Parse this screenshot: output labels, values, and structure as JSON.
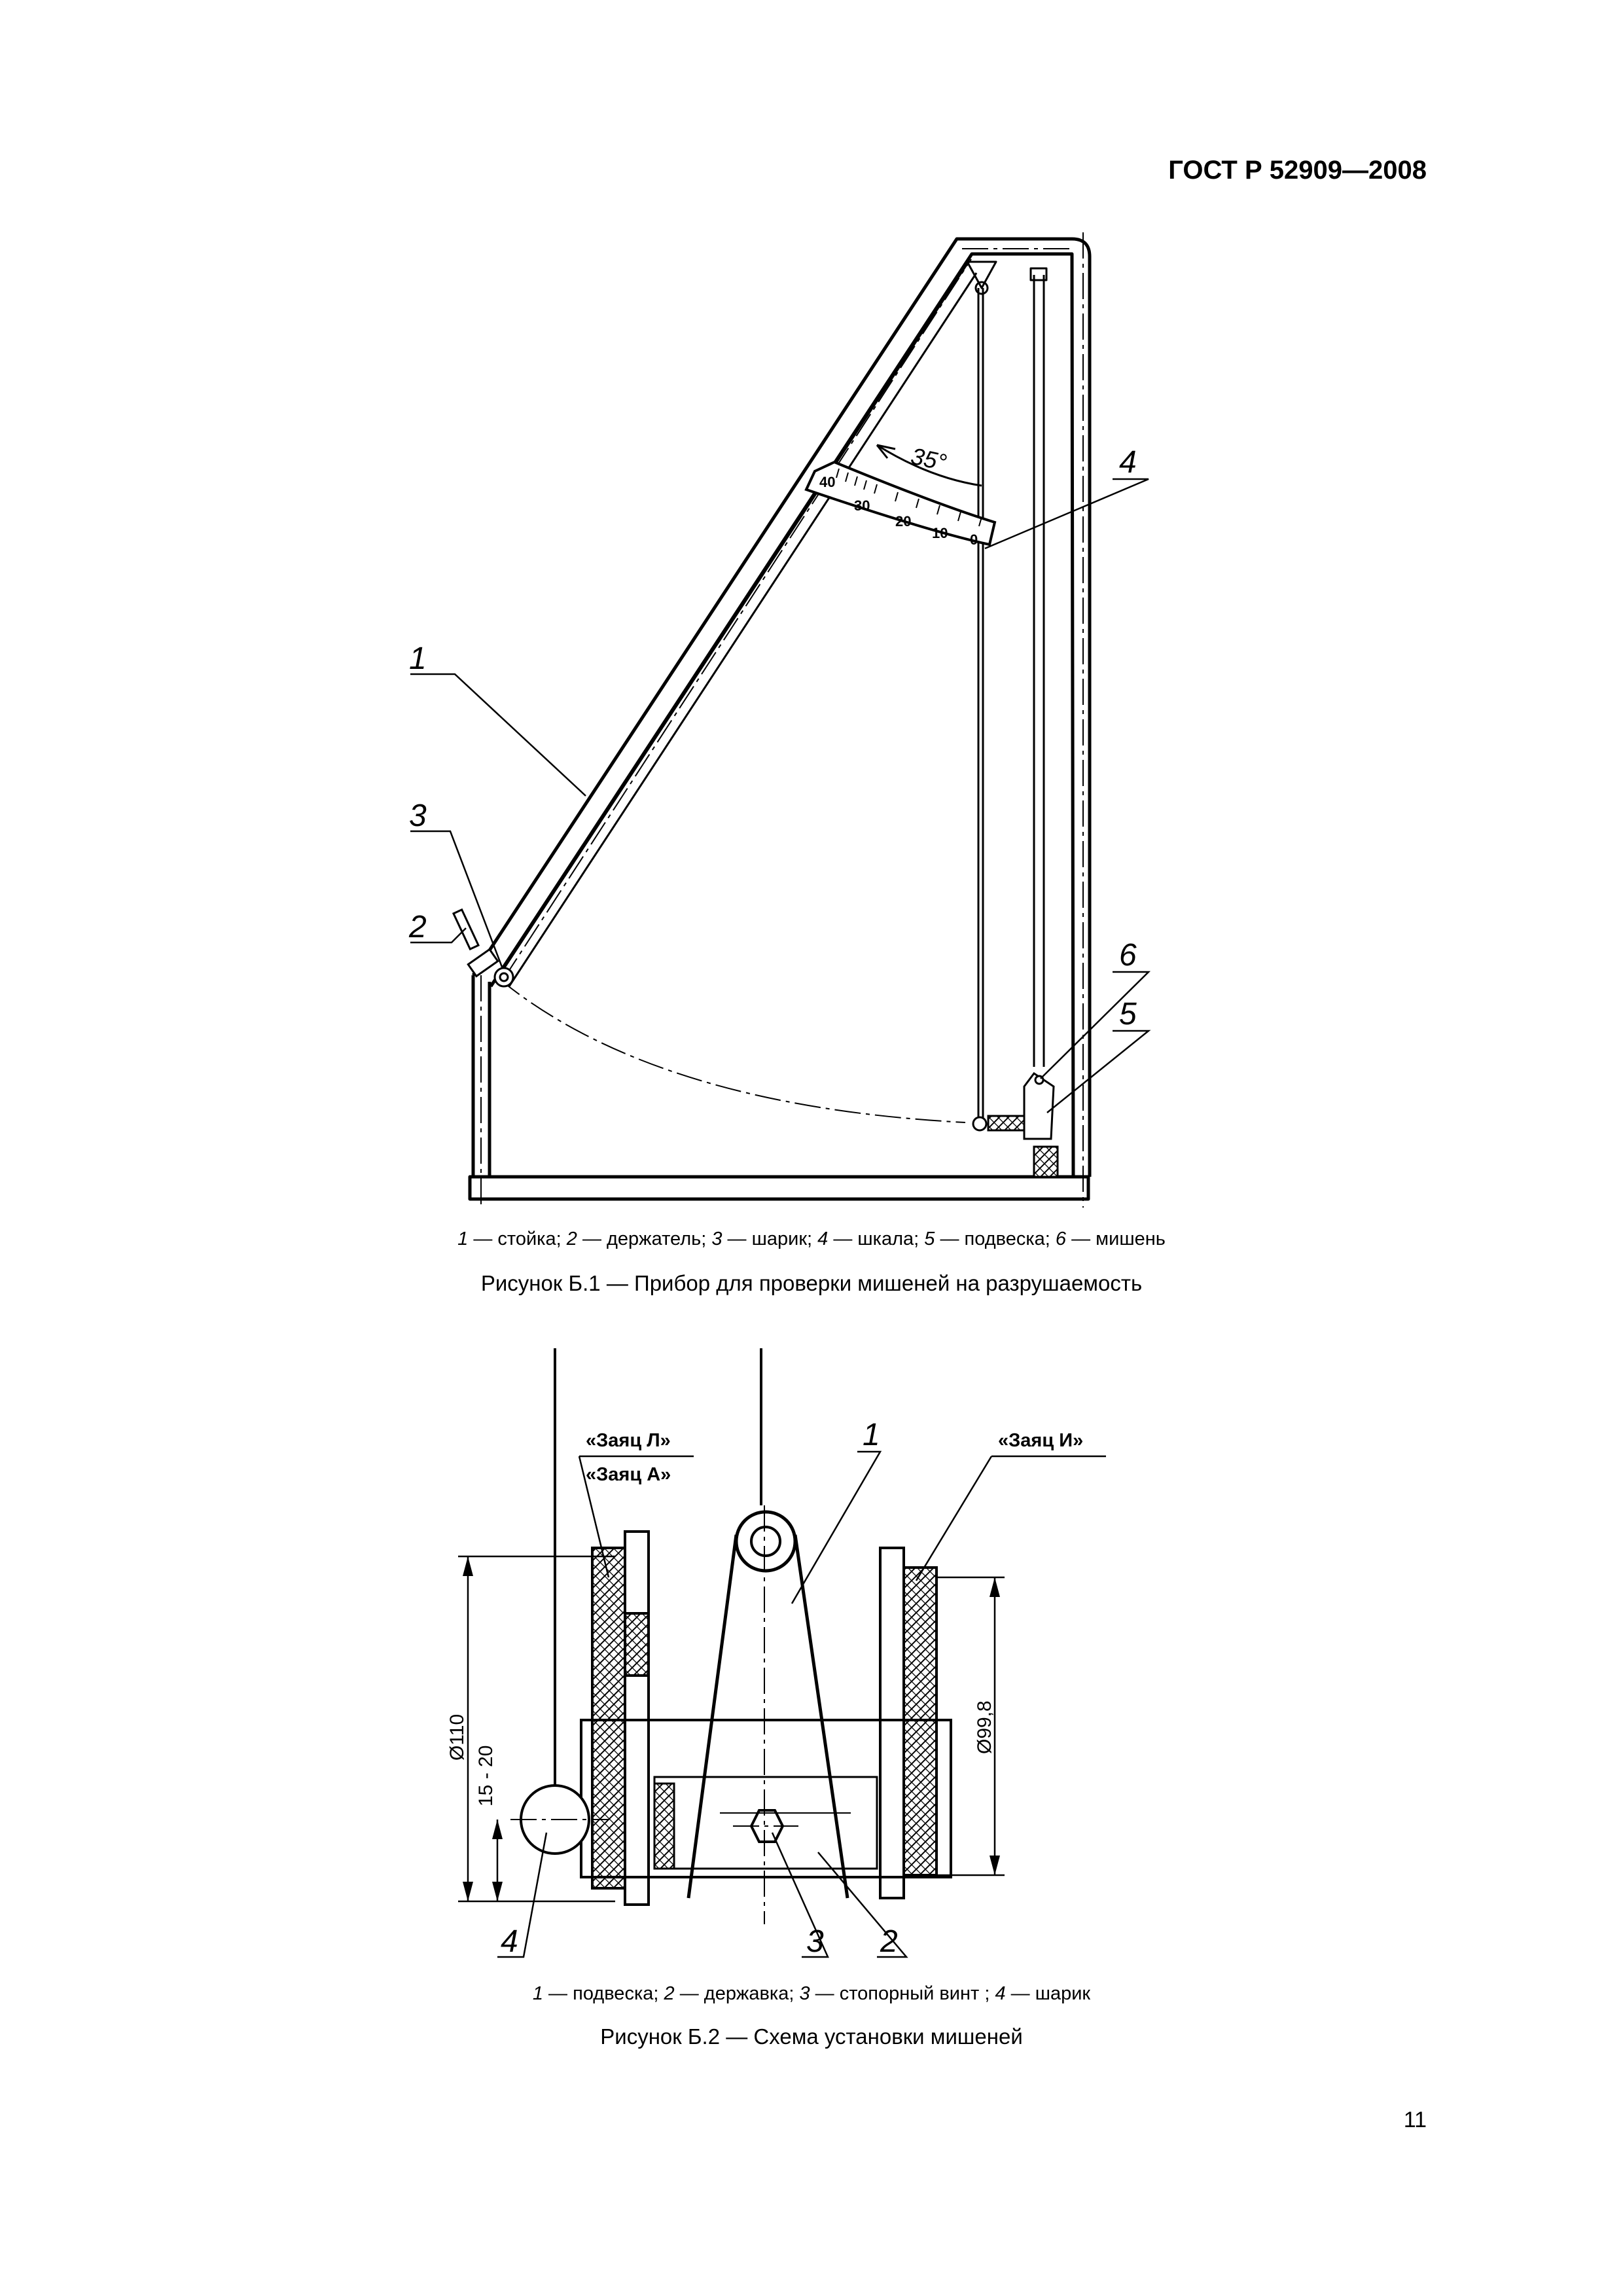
{
  "header": {
    "doc_id": "ГОСТ Р 52909—2008"
  },
  "figure1": {
    "callouts": [
      "1",
      "2",
      "3",
      "4",
      "5",
      "6"
    ],
    "angle_label": "35°",
    "scale_ticks": [
      "40",
      "30",
      "20",
      "10",
      "0"
    ],
    "legend_parts": [
      {
        "n": "1",
        "t": " — стойка; "
      },
      {
        "n": "2",
        "t": " — держатель; "
      },
      {
        "n": "3",
        "t": " — шарик; "
      },
      {
        "n": "4",
        "t": " — шкала; "
      },
      {
        "n": "5",
        "t": " — подвеска; "
      },
      {
        "n": "6",
        "t": " — мишень"
      }
    ],
    "caption": "Рисунок Б.1 — Прибор для проверки мишеней на разрушаемость"
  },
  "figure2": {
    "labels": {
      "left_top": "«Заяц Л»",
      "left_bottom": "«Заяц А»",
      "right": "«Заяц И»"
    },
    "dimensions": {
      "d_left": "Ø110",
      "gap": "15 - 20",
      "d_right": "Ø99,8"
    },
    "callouts": [
      "1",
      "2",
      "3",
      "4"
    ],
    "legend_parts": [
      {
        "n": "1",
        "t": " — подвеска; "
      },
      {
        "n": "2",
        "t": " — державка; "
      },
      {
        "n": "3",
        "t": " — стопорный винт ; "
      },
      {
        "n": "4",
        "t": " — шарик"
      }
    ],
    "caption": "Рисунок Б.2 — Схема установки мишеней"
  },
  "page_number": "11"
}
